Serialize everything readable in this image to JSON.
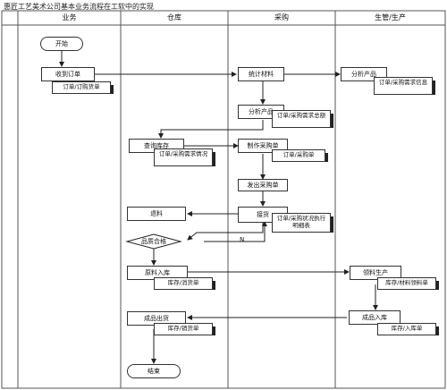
{
  "title": "惠匠工艺美术公司基本业务流程在工软中的实现",
  "lanes": [
    "业务",
    "仓库",
    "采购",
    "生管/生产"
  ],
  "nodes": {
    "start": "开始",
    "receive_order": "收到订单",
    "order_doc": "订单/订购货单",
    "sum_materials": "统计材料",
    "analyze_product": "分析产品",
    "analyze_product_doc": "订单/采购需求信息",
    "analyze_products": "分析产品",
    "analyze_products_doc": "订单/采购需求总额",
    "check_inventory": "查询库存",
    "check_inventory_doc": "订单/采购需求情况",
    "make_purchase": "制作采购单",
    "make_purchase_doc": "订单/采购单",
    "issue_purchase": "发出采购单",
    "return_goods": "退料",
    "receive_goods": "接货",
    "receive_goods_doc": "订单/采购状况执行明细表",
    "quality_check": "品质合格",
    "no_label": "N",
    "raw_storage": "原料入库",
    "raw_storage_doc": "库存/消货单",
    "material_prod": "领料生产",
    "material_prod_doc": "库存/材料领料单",
    "product_out": "成品出货",
    "product_out_doc": "库存/销货单",
    "product_in": "成品入库",
    "product_in_doc": "库存/入库单",
    "end": "结束"
  }
}
